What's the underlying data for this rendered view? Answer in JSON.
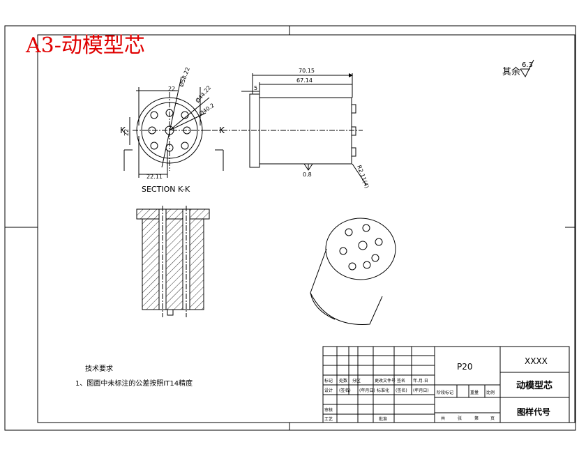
{
  "sheet_title": "A3-动模型芯",
  "surface_finish": {
    "prefix": "其余",
    "value": "6.3"
  },
  "section_view": {
    "label": "SECTION K-K",
    "section_mark_left": "K",
    "section_mark_right": "K",
    "dims": {
      "d1": "Ø58.22",
      "d2": "Ø44.22",
      "d3": "Ø40.2",
      "top": "22",
      "left": "22",
      "bottom": "22.11"
    }
  },
  "side_view": {
    "dims": {
      "overall": "70.15",
      "body": "67.14",
      "flange": "5",
      "surface": "0.8",
      "radius": "R2.11(4)"
    }
  },
  "tech_requirements": {
    "heading": "技术要求",
    "item1": "1、图面中未标注的公差按照IT14精度"
  },
  "title_block": {
    "material": "P20",
    "company": "XXXX",
    "part_name": "动模型芯",
    "drawing_no_label": "图样代号",
    "row_labels": {
      "mark": "标记",
      "count": "处数",
      "zone": "分区",
      "change_doc": "更改文件号",
      "sign": "签名",
      "date": "年.月.日",
      "design": "设计",
      "design_sign": "(签名)",
      "design_date": "(年月日)",
      "std": "标准化",
      "std_sign": "(签名)",
      "std_date": "(年月日)",
      "check": "审核",
      "process": "工艺",
      "approve": "批准"
    },
    "stage_labels": {
      "stage": "阶段标记",
      "weight": "重量",
      "scale": "比例"
    },
    "sheet_labels": {
      "total": "共",
      "sheets1": "张",
      "page": "第",
      "sheets2": "页"
    }
  },
  "colors": {
    "title": "#e00000",
    "line": "#000000"
  }
}
